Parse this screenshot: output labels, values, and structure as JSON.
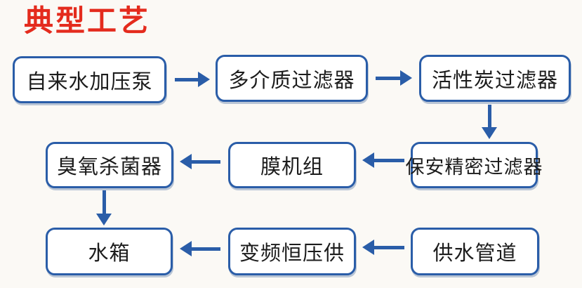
{
  "title": "典型工艺",
  "colors": {
    "accent_blue": "#2a5da8",
    "title_red": "#e42b1d",
    "box_bg": "#ffffff",
    "text": "#1c1c1c",
    "background": "#fbf9f5"
  },
  "flowchart": {
    "nodes": [
      {
        "id": "tap-water-pressure-pump",
        "label": "自来水加压泵"
      },
      {
        "id": "multi-media-filter",
        "label": "多介质过滤器"
      },
      {
        "id": "activated-carbon-filter",
        "label": "活性炭过滤器"
      },
      {
        "id": "ozone-sterilizer",
        "label": "臭氧杀菌器"
      },
      {
        "id": "membrane-unit",
        "label": "膜机组"
      },
      {
        "id": "security-precision-filter",
        "label": "保安精密过滤器"
      },
      {
        "id": "water-tank",
        "label": "水箱"
      },
      {
        "id": "vfd-constant-pressure-supply",
        "label": "变频恒压供"
      },
      {
        "id": "water-supply-pipeline",
        "label": "供水管道"
      }
    ],
    "connections": [
      {
        "from": "tap-water-pressure-pump",
        "to": "multi-media-filter",
        "direction": "right"
      },
      {
        "from": "multi-media-filter",
        "to": "activated-carbon-filter",
        "direction": "right"
      },
      {
        "from": "activated-carbon-filter",
        "to": "security-precision-filter",
        "direction": "down"
      },
      {
        "from": "security-precision-filter",
        "to": "membrane-unit",
        "direction": "left"
      },
      {
        "from": "membrane-unit",
        "to": "ozone-sterilizer",
        "direction": "left"
      },
      {
        "from": "ozone-sterilizer",
        "to": "water-tank",
        "direction": "down"
      },
      {
        "from": "water-supply-pipeline",
        "to": "vfd-constant-pressure-supply",
        "direction": "left"
      },
      {
        "from": "vfd-constant-pressure-supply",
        "to": "water-tank",
        "direction": "left"
      }
    ]
  }
}
